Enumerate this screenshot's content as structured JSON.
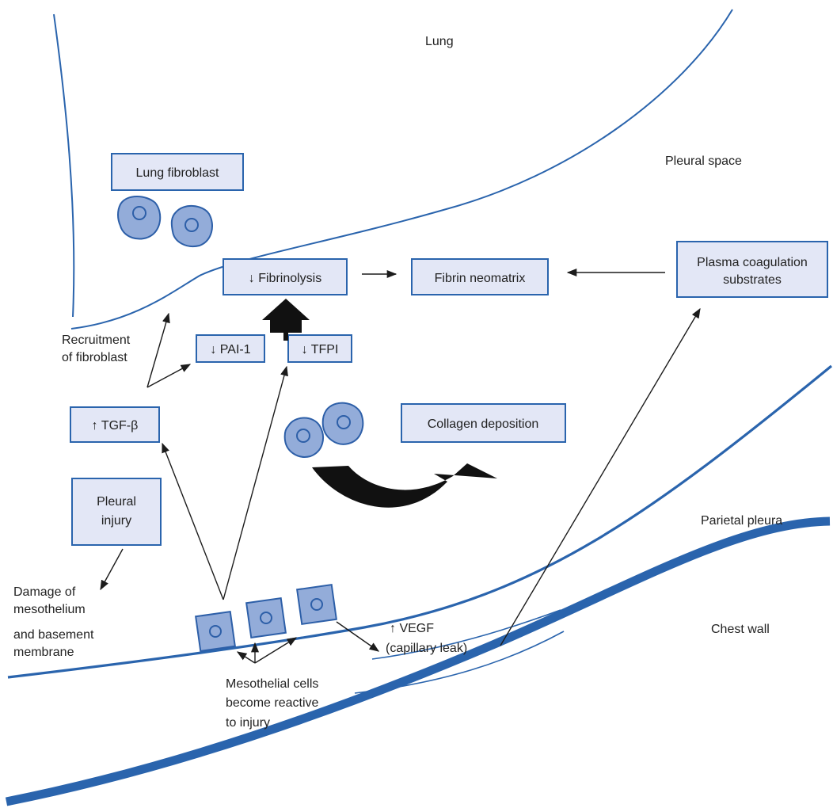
{
  "regions": {
    "lung": "Lung",
    "pleural_space": "Pleural space",
    "parietal_pleura": "Parietal pleura",
    "chest_wall": "Chest wall"
  },
  "boxes": {
    "lung_fibroblast": "Lung fibroblast",
    "fibrinolysis": "↓ Fibrinolysis",
    "fibrin_neomatrix": "Fibrin neomatrix",
    "plasma_coagulation": [
      "Plasma coagulation",
      "substrates"
    ],
    "pai1": "↓ PAI-1",
    "tfpi": "↓ TFPI",
    "tgf_beta": "↑ TGF-β",
    "collagen_deposition": "Collagen deposition",
    "pleural_injury": [
      "Pleural",
      "injury"
    ]
  },
  "labels": {
    "recruitment": [
      "Recruitment",
      "of fibroblast"
    ],
    "damage": [
      "Damage of",
      "mesothelium",
      "and basement",
      "membrane"
    ],
    "vegf": [
      "↑ VEGF",
      "(capillary leak)"
    ],
    "mesothelial": [
      "Mesothelial cells",
      "become reactive",
      "to injury"
    ]
  },
  "colors": {
    "membrane": "#2a64ad",
    "box_fill": "#e3e7f6",
    "cell_fill": "#93acd9",
    "arrow": "#1c1c1c"
  }
}
